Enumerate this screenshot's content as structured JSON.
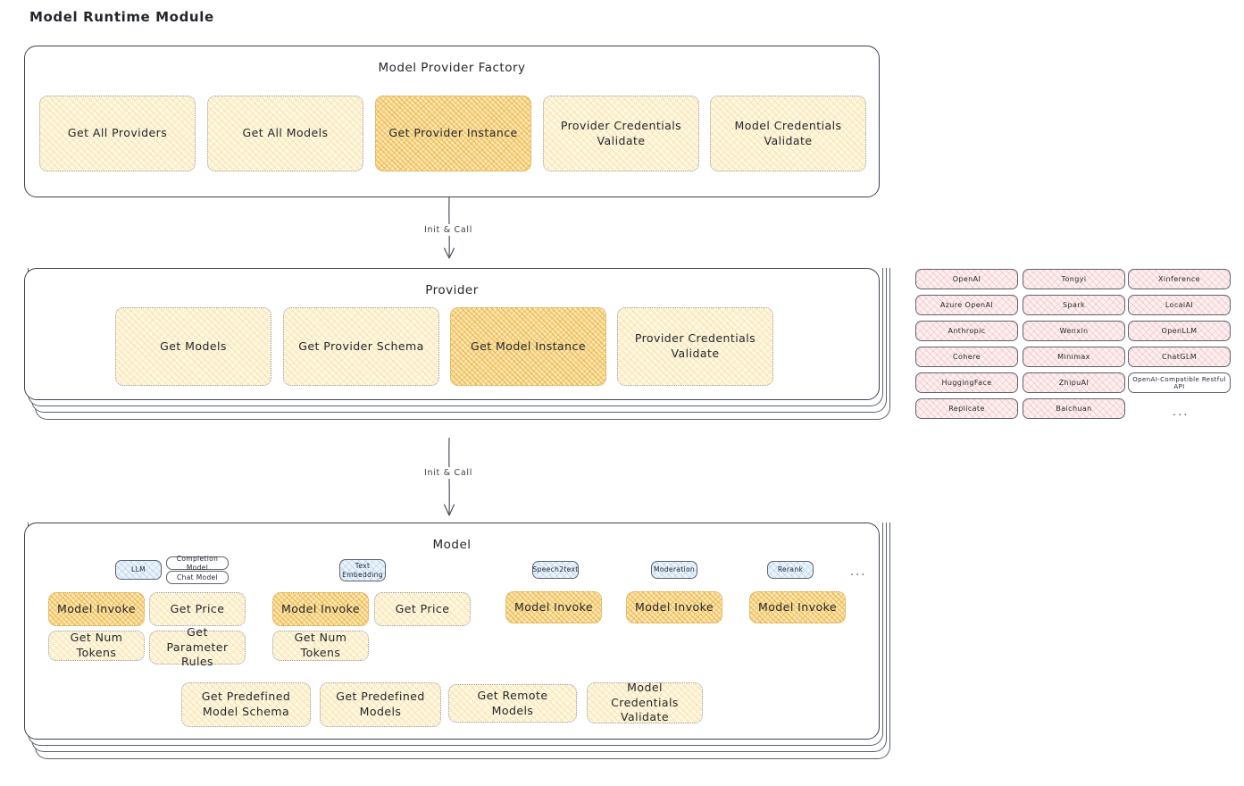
{
  "page": {
    "title": "Model Runtime Module"
  },
  "sections": {
    "factory": {
      "title": "Model Provider Factory",
      "nodes": [
        {
          "label": "Get All Providers",
          "highlight": false
        },
        {
          "label": "Get All Models",
          "highlight": false
        },
        {
          "label": "Get Provider Instance",
          "highlight": true
        },
        {
          "label": "Provider Credentials Validate",
          "highlight": false
        },
        {
          "label": "Model Credentials Validate",
          "highlight": false
        }
      ]
    },
    "provider": {
      "title": "Provider",
      "nodes": [
        {
          "label": "Get Models",
          "highlight": false
        },
        {
          "label": "Get Provider Schema",
          "highlight": false
        },
        {
          "label": "Get Model Instance",
          "highlight": true
        },
        {
          "label": "Provider Credentials Validate",
          "highlight": false
        }
      ]
    },
    "model": {
      "title": "Model",
      "ellipsis": "...",
      "types": [
        {
          "badge": "LLM",
          "sub_badges": [
            "Completion Model",
            "Chat Model"
          ],
          "nodes": [
            {
              "label": "Model Invoke",
              "highlight": true
            },
            {
              "label": "Get Price",
              "highlight": false
            },
            {
              "label": "Get Num Tokens",
              "highlight": false
            },
            {
              "label": "Get Parameter Rules",
              "highlight": false
            }
          ]
        },
        {
          "badge": "Text Embedding",
          "sub_badges": [],
          "nodes": [
            {
              "label": "Model Invoke",
              "highlight": true
            },
            {
              "label": "Get Price",
              "highlight": false
            },
            {
              "label": "Get Num Tokens",
              "highlight": false
            }
          ]
        },
        {
          "badge": "Speech2text",
          "sub_badges": [],
          "nodes": [
            {
              "label": "Model Invoke",
              "highlight": true
            }
          ]
        },
        {
          "badge": "Moderation",
          "sub_badges": [],
          "nodes": [
            {
              "label": "Model Invoke",
              "highlight": true
            }
          ]
        },
        {
          "badge": "Rerank",
          "sub_badges": [],
          "nodes": [
            {
              "label": "Model Invoke",
              "highlight": true
            }
          ]
        }
      ],
      "common_nodes": [
        {
          "label": "Get Predefined Model Schema"
        },
        {
          "label": "Get Predefined Models"
        },
        {
          "label": "Get Remote Models"
        },
        {
          "label": "Model Credentials Validate"
        }
      ]
    }
  },
  "connectors": [
    {
      "label": "Init & Call"
    },
    {
      "label": "Init & Call"
    }
  ],
  "provider_list": {
    "ellipsis": "...",
    "columns": [
      {
        "items": [
          "OpenAI",
          "Azure OpenAI",
          "Anthropic",
          "Cohere",
          "HuggingFace",
          "Replicate"
        ]
      },
      {
        "items": [
          "Tongyi",
          "Spark",
          "Wenxin",
          "Minimax",
          "ZhipuAI",
          "Baichuan"
        ]
      },
      {
        "items": [
          "Xinference",
          "LocalAI",
          "OpenLLM",
          "ChatGLM",
          "OpenAI-Compatible Restful API"
        ]
      }
    ]
  },
  "colors": {
    "fill_yellow": "#fdf6e0",
    "fill_orange": "#fbe7b4",
    "fill_rose": "#fdeff0",
    "fill_blue": "#eaf3fb",
    "stroke": "#3d4450",
    "text": "#23272c"
  }
}
